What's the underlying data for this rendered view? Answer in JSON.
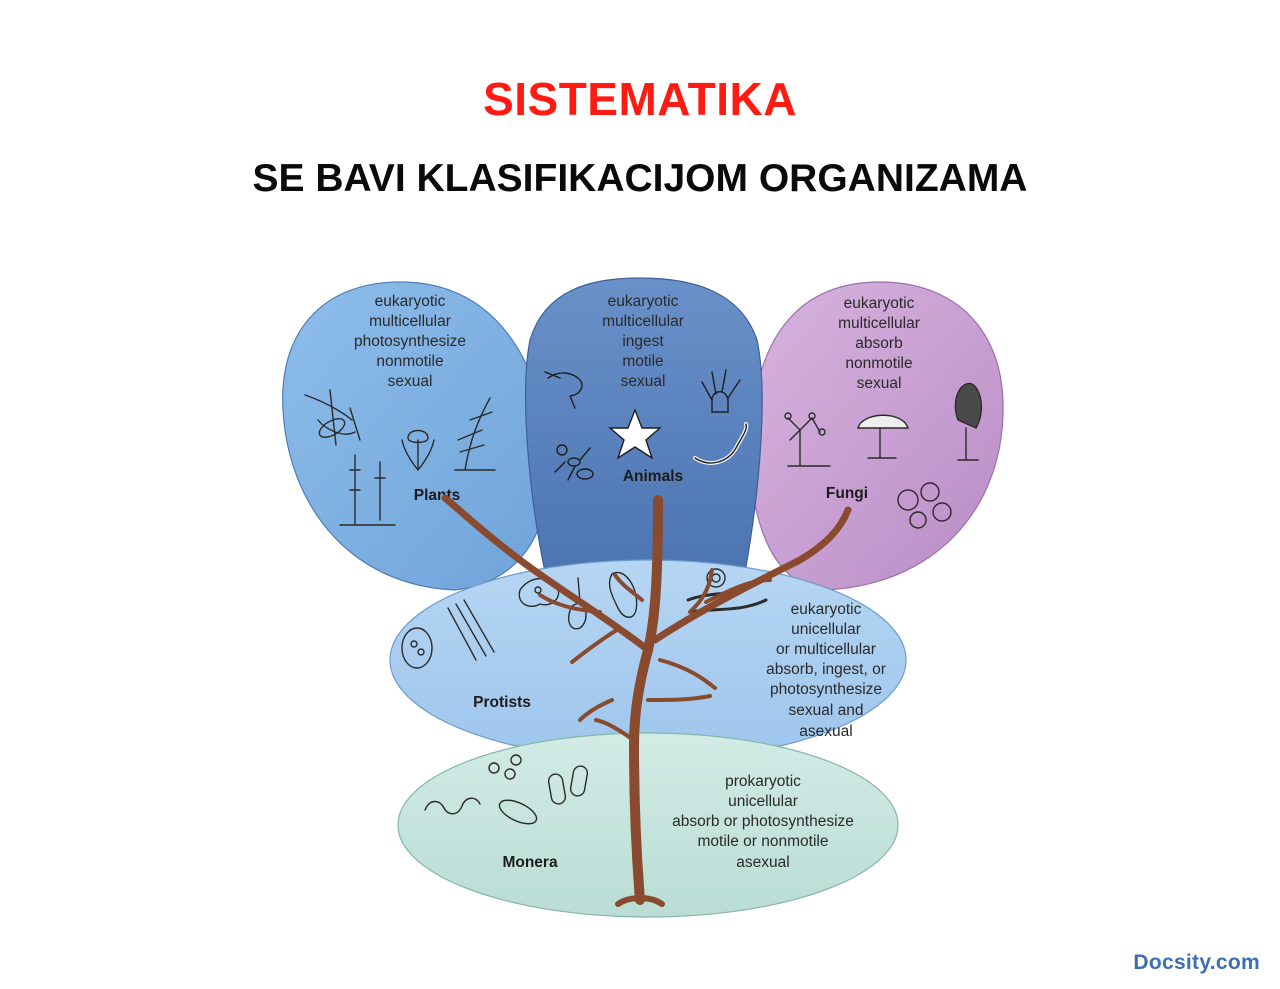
{
  "page": {
    "title": "SISTEMATIKA",
    "subtitle": "SE BAVI KLASIFIKACIJOM ORGANIZAMA"
  },
  "kingdoms": {
    "plants": {
      "name": "Plants",
      "traits": [
        "eukaryotic",
        "multicellular",
        "photosynthesize",
        "nonmotile",
        "sexual"
      ],
      "color": "#7fb1e3"
    },
    "animals": {
      "name": "Animals",
      "traits": [
        "eukaryotic",
        "multicellular",
        "ingest",
        "motile",
        "sexual"
      ],
      "color": "#5b82bd"
    },
    "fungi": {
      "name": "Fungi",
      "traits": [
        "eukaryotic",
        "multicellular",
        "absorb",
        "nonmotile",
        "sexual"
      ],
      "color": "#c79ed2"
    },
    "protists": {
      "name": "Protists",
      "traits": [
        "eukaryotic",
        "unicellular",
        "or multicellular",
        "absorb, ingest, or",
        "photosynthesize",
        "sexual and",
        "asexual"
      ],
      "color": "#a9cdf0"
    },
    "monera": {
      "name": "Monera",
      "traits": [
        "prokaryotic",
        "unicellular",
        "absorb or photosynthesize",
        "motile or nonmotile",
        "asexual"
      ],
      "color": "#c5e4dd"
    }
  },
  "colors": {
    "title": "#ff1a12",
    "trunk": "#8a4a2e",
    "watermark": "#3e6fb0"
  },
  "watermark": "Docsity.com"
}
